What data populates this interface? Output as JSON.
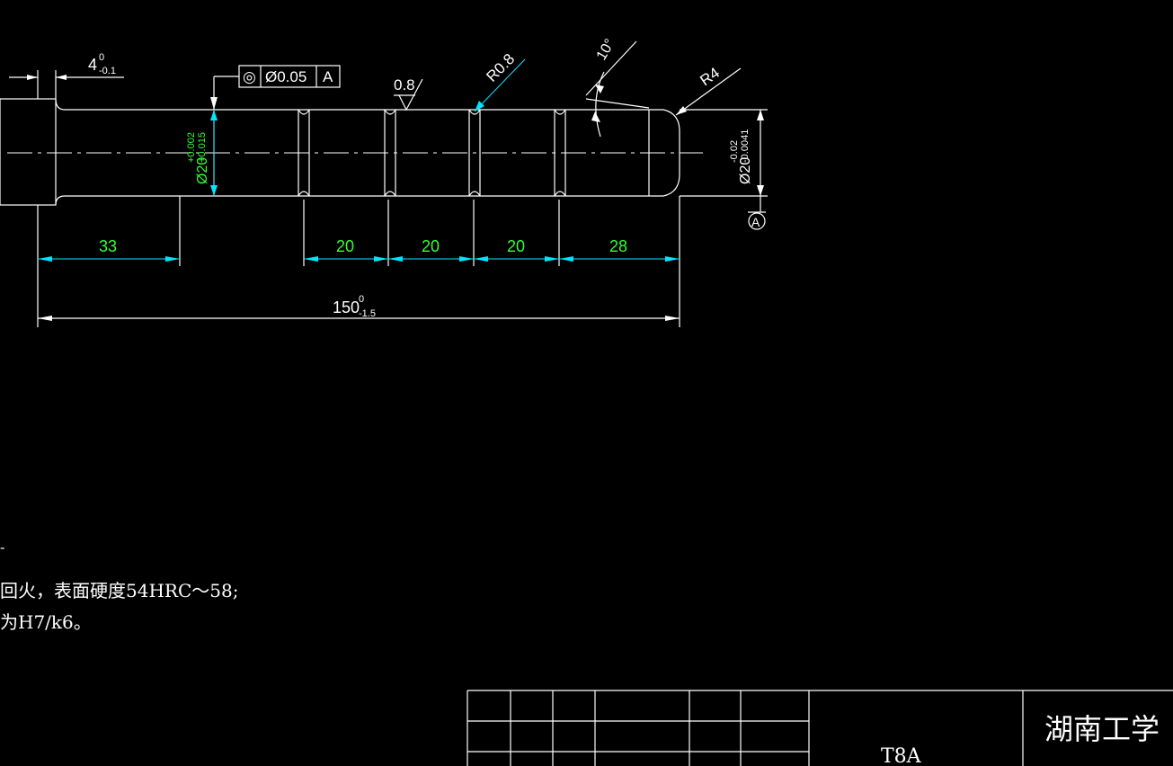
{
  "drawing": {
    "head_thickness": {
      "base": "4",
      "upper": "0",
      "lower": "-0.1"
    },
    "geometric_tolerance": {
      "symbol": "◎",
      "value": "Ø0.05",
      "datum": "A"
    },
    "roughness": "0.8",
    "groove_radius": "R0.8",
    "taper_angle": "10°",
    "tip_radius": "R4",
    "shank_diameter": {
      "base": "Ø20",
      "upper": "+0.002",
      "lower": "+0.015"
    },
    "tip_diameter": {
      "base": "Ø20",
      "upper": "-0.02",
      "lower": "-0.0041"
    },
    "datum_label": "A",
    "dims": [
      "33",
      "20",
      "20",
      "20",
      "28"
    ],
    "overall_length": {
      "base": "150",
      "upper": "0",
      "lower": "-1.5"
    }
  },
  "notes": {
    "marker": "-",
    "line1": "回火，表面硬度54HRC～58;",
    "line2": "为H7/k6。"
  },
  "title_block": {
    "material": "T8A",
    "organization": "湖南工学"
  }
}
